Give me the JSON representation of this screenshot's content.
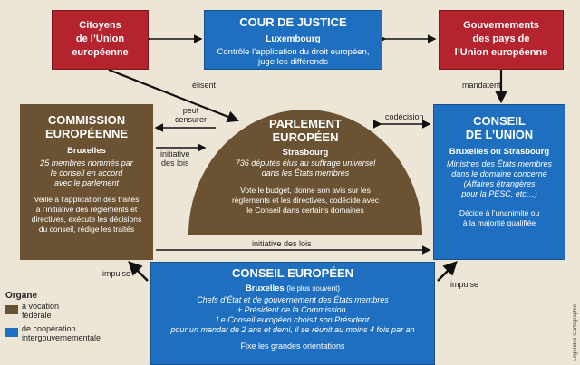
{
  "citizens": {
    "line1": "Citoyens",
    "line2": "de l’Union",
    "line3": "européenne"
  },
  "court": {
    "title": "COUR DE JUSTICE",
    "seat": "Luxembourg",
    "desc1": "Contrôle l’application du droit européen,",
    "desc2": "juge les différends"
  },
  "governments": {
    "line1": "Gouvernements",
    "line2": "des pays de",
    "line3": "l’Union européenne"
  },
  "commission": {
    "title1": "COMMISSION",
    "title2": "EUROPÉENNE",
    "seat": "Bruxelles",
    "members1": "25 membres nommés par",
    "members2": "le conseil en accord",
    "members3": "avec le parlement",
    "role1": "Veille à l’application des traités",
    "role2": "à l’initiative des règlements et",
    "role3": "directives, exécute les décisions",
    "role4": "du conseil, rédige les traités"
  },
  "parliament": {
    "title1": "PARLEMENT",
    "title2": "EUROPÉEN",
    "seat": "Strasbourg",
    "members1": "736 députés élus au suffrage universel",
    "members2": "dans les États membres",
    "role1": "Vote le budget, donne son avis sur les",
    "role2": "règlements et les directives, codécide avec",
    "role3": "le Conseil dans certains domaines"
  },
  "council": {
    "title1": "CONSEIL",
    "title2": "DE L’UNION",
    "seat": "Bruxelles ou Strasbourg",
    "members1": "Ministres des États membres",
    "members2": "dans le domaine concerné",
    "members3": "(Affaires étrangères",
    "members4": "pour la PESC, etc…)",
    "role1": "Décide à l’unanimité ou",
    "role2": "à la majorité qualifiée"
  },
  "european_council": {
    "title": "CONSEIL EUROPÉEN",
    "seat": "Bruxelles",
    "seat_note": "(le plus souvent)",
    "desc1": "Chefs d’État et de gouvernement des États membres",
    "desc2": "+ Président de la Commission.",
    "desc3": "Le Conseil européen choisit son Président",
    "desc4": "pour un mandat de 2 ans et demi, il se réunit au moins 4 fois par an",
    "role": "Fixe les grandes orientations"
  },
  "labels": {
    "elisent": "élisent",
    "mandatent": "mandatent",
    "peut_censurer1": "peut",
    "peut_censurer2": "censurer",
    "initiative_lois1": "initiative",
    "initiative_lois2": "des lois",
    "codecision": "codécision",
    "initiative_bottom": "initiative des lois",
    "impulse_left": "impulse",
    "impulse_right": "impulse"
  },
  "legend": {
    "title": "Organe",
    "item1_line1": "à vocation",
    "item1_line2": "fédérale",
    "item2_line1": "de coopération",
    "item2_line2": "intergouvernementale",
    "color_federal": "#6a5233",
    "color_intergov": "#1f6fc1"
  },
  "credit": "Légendes Cartographie"
}
